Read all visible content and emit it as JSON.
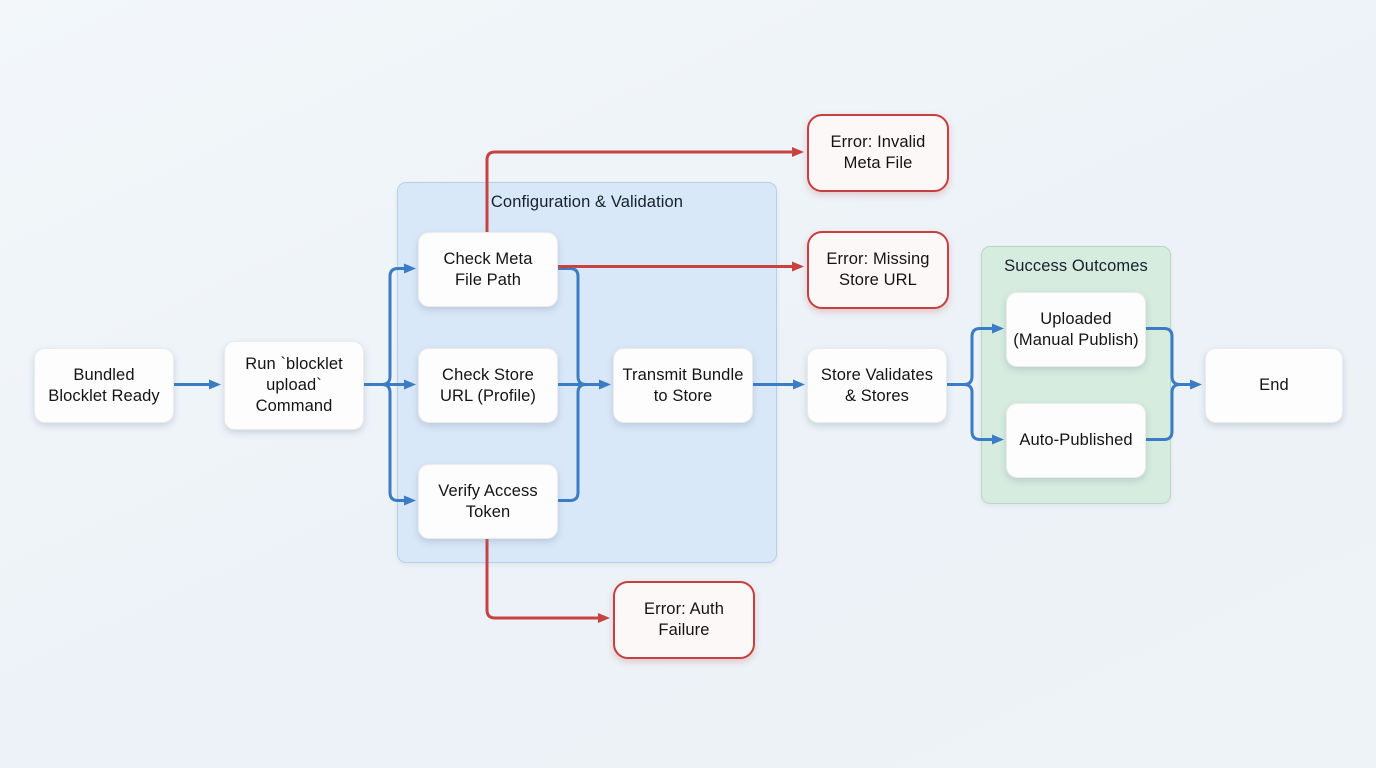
{
  "nodes": {
    "bundled": {
      "label": "Bundled\nBlocklet Ready"
    },
    "run_command": {
      "label": "Run `blocklet\nupload`\nCommand"
    },
    "check_meta": {
      "label": "Check Meta\nFile Path"
    },
    "check_store_url": {
      "label": "Check Store\nURL (Profile)"
    },
    "verify_token": {
      "label": "Verify Access\nToken"
    },
    "transmit": {
      "label": "Transmit Bundle\nto Store"
    },
    "store_validates": {
      "label": "Store Validates\n& Stores"
    },
    "uploaded": {
      "label": "Uploaded\n(Manual Publish)"
    },
    "auto_published": {
      "label": "Auto-Published"
    },
    "end": {
      "label": "End"
    },
    "error_invalid_meta": {
      "label": "Error: Invalid\nMeta File"
    },
    "error_missing_store": {
      "label": "Error: Missing\nStore URL"
    },
    "error_auth": {
      "label": "Error: Auth\nFailure"
    }
  },
  "containers": {
    "config": {
      "label": "Configuration & Validation"
    },
    "success": {
      "label": "Success Outcomes"
    }
  },
  "colors": {
    "edge_blue": "#3a7dc4",
    "edge_red": "#c8423f",
    "node_background": "#fdfdfd",
    "error_border": "#c5403e",
    "config_container_background": "#d9e8f8",
    "success_container_background": "#d6ecdf",
    "canvas_background": "#eef3f7",
    "text": "#141414"
  }
}
